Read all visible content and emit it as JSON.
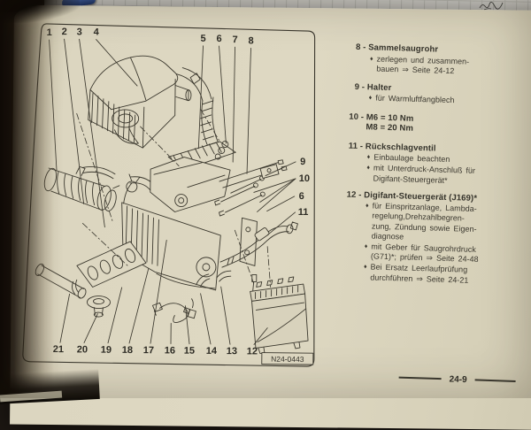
{
  "page": {
    "page_number": "24-9"
  },
  "diagram": {
    "figure_code": "N24-0443",
    "callouts": [
      "1",
      "2",
      "3",
      "4",
      "5",
      "6",
      "7",
      "8",
      "9",
      "10",
      "6",
      "11",
      "21",
      "20",
      "19",
      "18",
      "17",
      "16",
      "15",
      "14",
      "13",
      "12"
    ]
  },
  "legend": {
    "separator": " - ",
    "bullet_glyph": "♦",
    "items": [
      {
        "num": "8",
        "title": "Sammelsaugrohr",
        "bullets": [
          "zerlegen und zusammen-\nbauen ⇒ Seite 24-12"
        ]
      },
      {
        "num": "9",
        "title": "Halter",
        "bullets": [
          "für Warmluftfangblech"
        ]
      },
      {
        "num": "10",
        "title": "M6 = 10 Nm\nM8 = 20 Nm",
        "bullets": []
      },
      {
        "num": "11",
        "title": "Rückschlagventil",
        "bullets": [
          "Einbaulage beachten",
          "mit Unterdruck-Anschluß für\nDigifant-Steuergerät*"
        ]
      },
      {
        "num": "12",
        "title": "Digifant-Steuergerät (J169)*",
        "bullets": [
          "für Einspritzanlage, Lambda-\nregelung,Drehzahlbegren-\nzung, Zündung sowie Eigen-\ndiagnose",
          "mit Geber für Saugrohrdruck\n(G71)*; prüfen ⇒ Seite 24-48",
          "Bei Ersatz Leerlaufprüfung\ndurchführen ⇒ Seite 24-21"
        ]
      }
    ]
  },
  "colors": {
    "paper": "#ddd7c1",
    "ink": "#3b382e",
    "pen_blue": "#2d4f9e"
  }
}
